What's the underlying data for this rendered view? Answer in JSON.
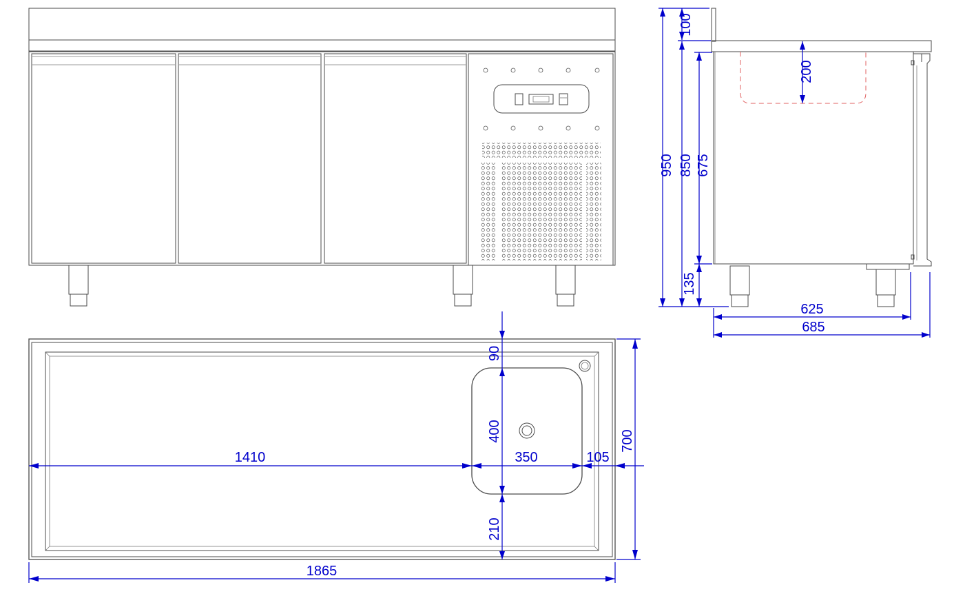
{
  "dimensions": {
    "front_total_height": "950",
    "front_body_height": "850",
    "backsplash_height": "100",
    "front_interior_height": "675",
    "leg_height": "135",
    "side_inner_depth": "625",
    "side_total_depth": "685",
    "sink_depth": "200",
    "top_length_to_sink": "1410",
    "sink_width": "350",
    "sink_right_margin": "105",
    "top_depth": "700",
    "sink_back_margin": "90",
    "sink_length": "400",
    "sink_front_margin": "210",
    "total_length": "1865"
  },
  "colors": {
    "outline": "#4a4a4a",
    "dimension": "#0000cc",
    "hidden_line": "#e06060"
  }
}
